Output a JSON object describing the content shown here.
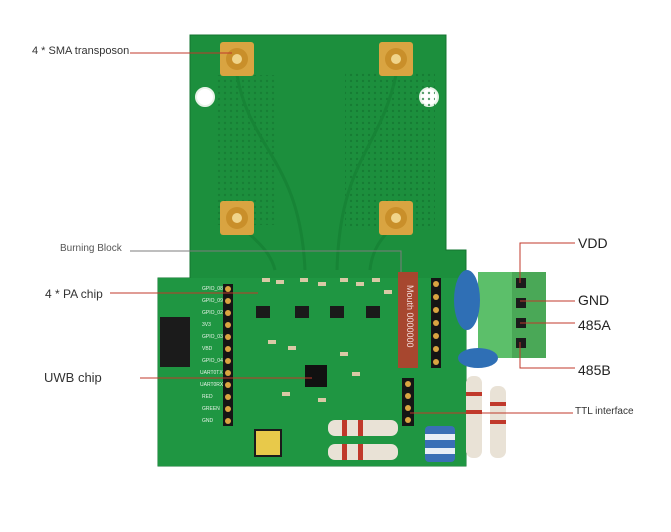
{
  "labels": {
    "sma": "4 * SMA transposon",
    "burning_block": "Burning Block",
    "pa_chip": "4 * PA chip",
    "uwb_chip": "UWB chip",
    "vdd": "VDD",
    "gnd": "GND",
    "a485": "485A",
    "b485": "485B",
    "ttl": "TTL interface"
  },
  "board_marks": {
    "pins_left": [
      "GPIO_08",
      "GPIO_09",
      "GPIO_02",
      "3V3",
      "GPIO_03",
      "VBD",
      "GPIO_04",
      "UART0TX",
      "UART0RX",
      "RED",
      "GREEN",
      "GND"
    ],
    "burn_text": "Mouth 0000000"
  },
  "colors": {
    "board": "#1c8f3d",
    "board_dark": "#137430",
    "annotation_line": "#c0392b",
    "gold": "#d9a441",
    "terminal": "#5cbf6a",
    "capacitor": "#2f6fb5"
  }
}
